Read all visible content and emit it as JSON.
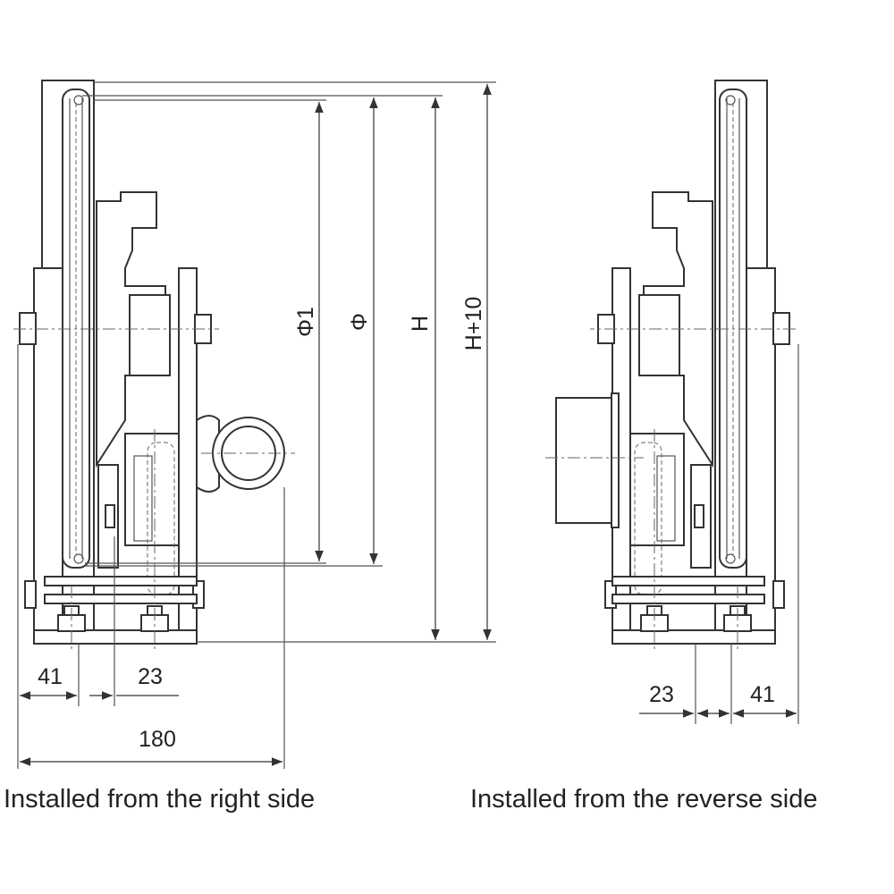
{
  "dimensions": {
    "phi1": "Φ1",
    "phi": "Φ",
    "h": "H",
    "h_plus_10": "H+10",
    "left_41": "41",
    "left_23": "23",
    "left_180": "180",
    "right_23": "23",
    "right_41": "41"
  },
  "captions": {
    "left": "Installed from the right side",
    "right": "Installed from the reverse side"
  }
}
